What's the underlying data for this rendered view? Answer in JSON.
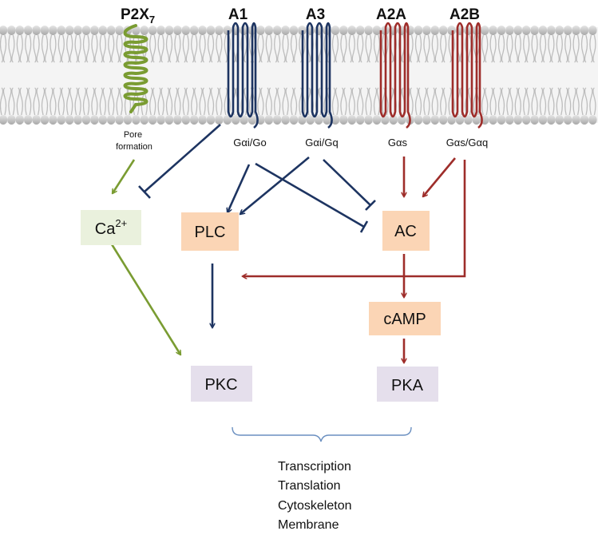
{
  "receptors": {
    "p2x7": {
      "base": "P2X",
      "sub": "7"
    },
    "a1": "A1",
    "a3": "A3",
    "a2a": "A2A",
    "a2b": "A2B"
  },
  "pore_formation": [
    "Pore",
    "formation"
  ],
  "gproteins": {
    "a1": "Gαi/Go",
    "a3": "Gαi/Gq",
    "a2a": "Gαs",
    "a2b": "Gαs/Gαq"
  },
  "nodes": {
    "ca": {
      "base": "Ca",
      "sup": "2+"
    },
    "plc": "PLC",
    "ac": "AC",
    "camp": "cAMP",
    "pkc": "PKC",
    "pka": "PKA"
  },
  "outcomes": [
    "Transcription",
    "Translation",
    "Cytoskeleton",
    "Membrane"
  ],
  "colors": {
    "green": "#7a9c32",
    "navy": "#1d3461",
    "red": "#9e2d2a",
    "ca_box": "#eaf1dd",
    "orange_box": "#fbd5b5",
    "lavender_box": "#e5dfec",
    "brace": "#6a8fc0"
  }
}
